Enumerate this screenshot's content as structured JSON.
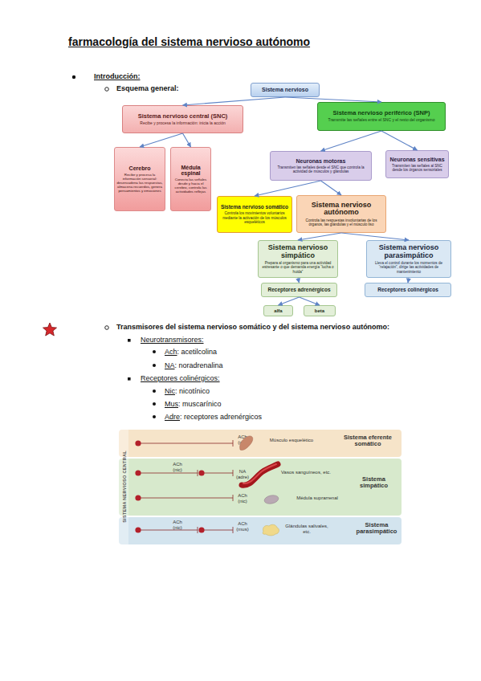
{
  "diagram": {
    "title": "farmacología del sistema nervioso autónomo",
    "nodes": [
      {
        "text": [
          "Sistema nervioso"
        ]
      },
      {
        "text": [
          "Sistema nervioso central (SNC)",
          "Recibe y procesa la información: inicia la acción"
        ]
      },
      {
        "text": [
          "Sistema nervioso periférico (SNP)",
          "Transmite las señales entre el SNC y el resto del organismo"
        ]
      },
      {
        "text": [
          "Cerebro",
          "Recibe y procesa la información sensorial: desencadena las respuestas, almacena recuerdos, genera pensamientos y emociones"
        ]
      },
      {
        "text": [
          "Médula espinal",
          "Conecta las señales desde y hacia el cerebro, controla las actividades reflejas"
        ]
      },
      {
        "text": [
          "Neuronas motoras",
          "Transmiten las señales desde el SNC que controla la actividad de músculos y glándulas"
        ]
      },
      {
        "text": [
          "Neuronas sensitivas",
          "Transmiten las señales al SNC desde los órganos sensoriales"
        ]
      },
      {
        "text": [
          "Sistema nervioso somático",
          "Controla los movimientos voluntarios mediante la activación de los músculos esqueléticos"
        ]
      },
      {
        "text": [
          "Sistema nervioso autónomo",
          "Controla las respuestas involuntarias de los órganos, las glándulas y el músculo liso"
        ]
      },
      {
        "text": [
          "Sistema nervioso simpático",
          "Prepara al organismo para una actividad estresante o que demanda energía “lucha o huida”"
        ]
      },
      {
        "text": [
          "Sistema nervioso parasimpático",
          "Lleva el control durante los momentos de “relajación”, dirige las actividades de mantenimiento"
        ]
      },
      {
        "text": [
          "Receptores adrenérgicos"
        ]
      },
      {
        "text": [
          "Receptores colinérgicos"
        ]
      },
      {
        "text": [
          "alfa"
        ]
      },
      {
        "text": [
          "beta"
        ]
      },
      {
        "text": [
          "ACh (nic)",
          "Músculo esquelético",
          "Sistema eferente somático"
        ]
      },
      {
        "text": [
          "ACh (nic)",
          "NA (adre)",
          "Vasos sanguíneos, etc.",
          "ACh (nic)",
          "Médula suprarrenal",
          "Sistema simpático"
        ]
      },
      {
        "text": [
          "ACh (nic)",
          "ACh (mus)",
          "Glándulas salivales, etc.",
          "Sistema parasimpático"
        ]
      }
    ],
    "edges": [
      {
        "from": 0,
        "to": 1,
        "arrow": "to"
      },
      {
        "from": 0,
        "to": 2,
        "arrow": "to"
      },
      {
        "from": 1,
        "to": 3,
        "arrow": "to"
      },
      {
        "from": 1,
        "to": 4,
        "arrow": "to"
      },
      {
        "from": 2,
        "to": 5,
        "arrow": "to"
      },
      {
        "from": 2,
        "to": 6,
        "arrow": "to"
      },
      {
        "from": 5,
        "to": 7,
        "arrow": "to"
      },
      {
        "from": 5,
        "to": 8,
        "arrow": "to"
      },
      {
        "from": 8,
        "to": 9,
        "arrow": "to"
      },
      {
        "from": 8,
        "to": 10,
        "arrow": "to"
      },
      {
        "from": 9,
        "to": 11,
        "arrow": "to"
      },
      {
        "from": 10,
        "to": 12,
        "arrow": "to"
      },
      {
        "from": 11,
        "to": 13,
        "arrow": "to"
      },
      {
        "from": 11,
        "to": 14,
        "arrow": "to"
      }
    ],
    "labels": [
      "Introducción:",
      "Esquema general:",
      "Transmisores del sistema nervioso somático y del sistema nervioso autónomo:",
      "Neurotransmisores:",
      "Ach",
      ": acetilcolina",
      "NA",
      ": noradrenalina",
      "Receptores colinérgicos:",
      "Nic",
      ": nicotínico",
      "Mus",
      ": muscarínico",
      "Adre",
      ": receptores adrenérgicos",
      "SISTEMA NERVIOSO CENTRAL"
    ]
  }
}
